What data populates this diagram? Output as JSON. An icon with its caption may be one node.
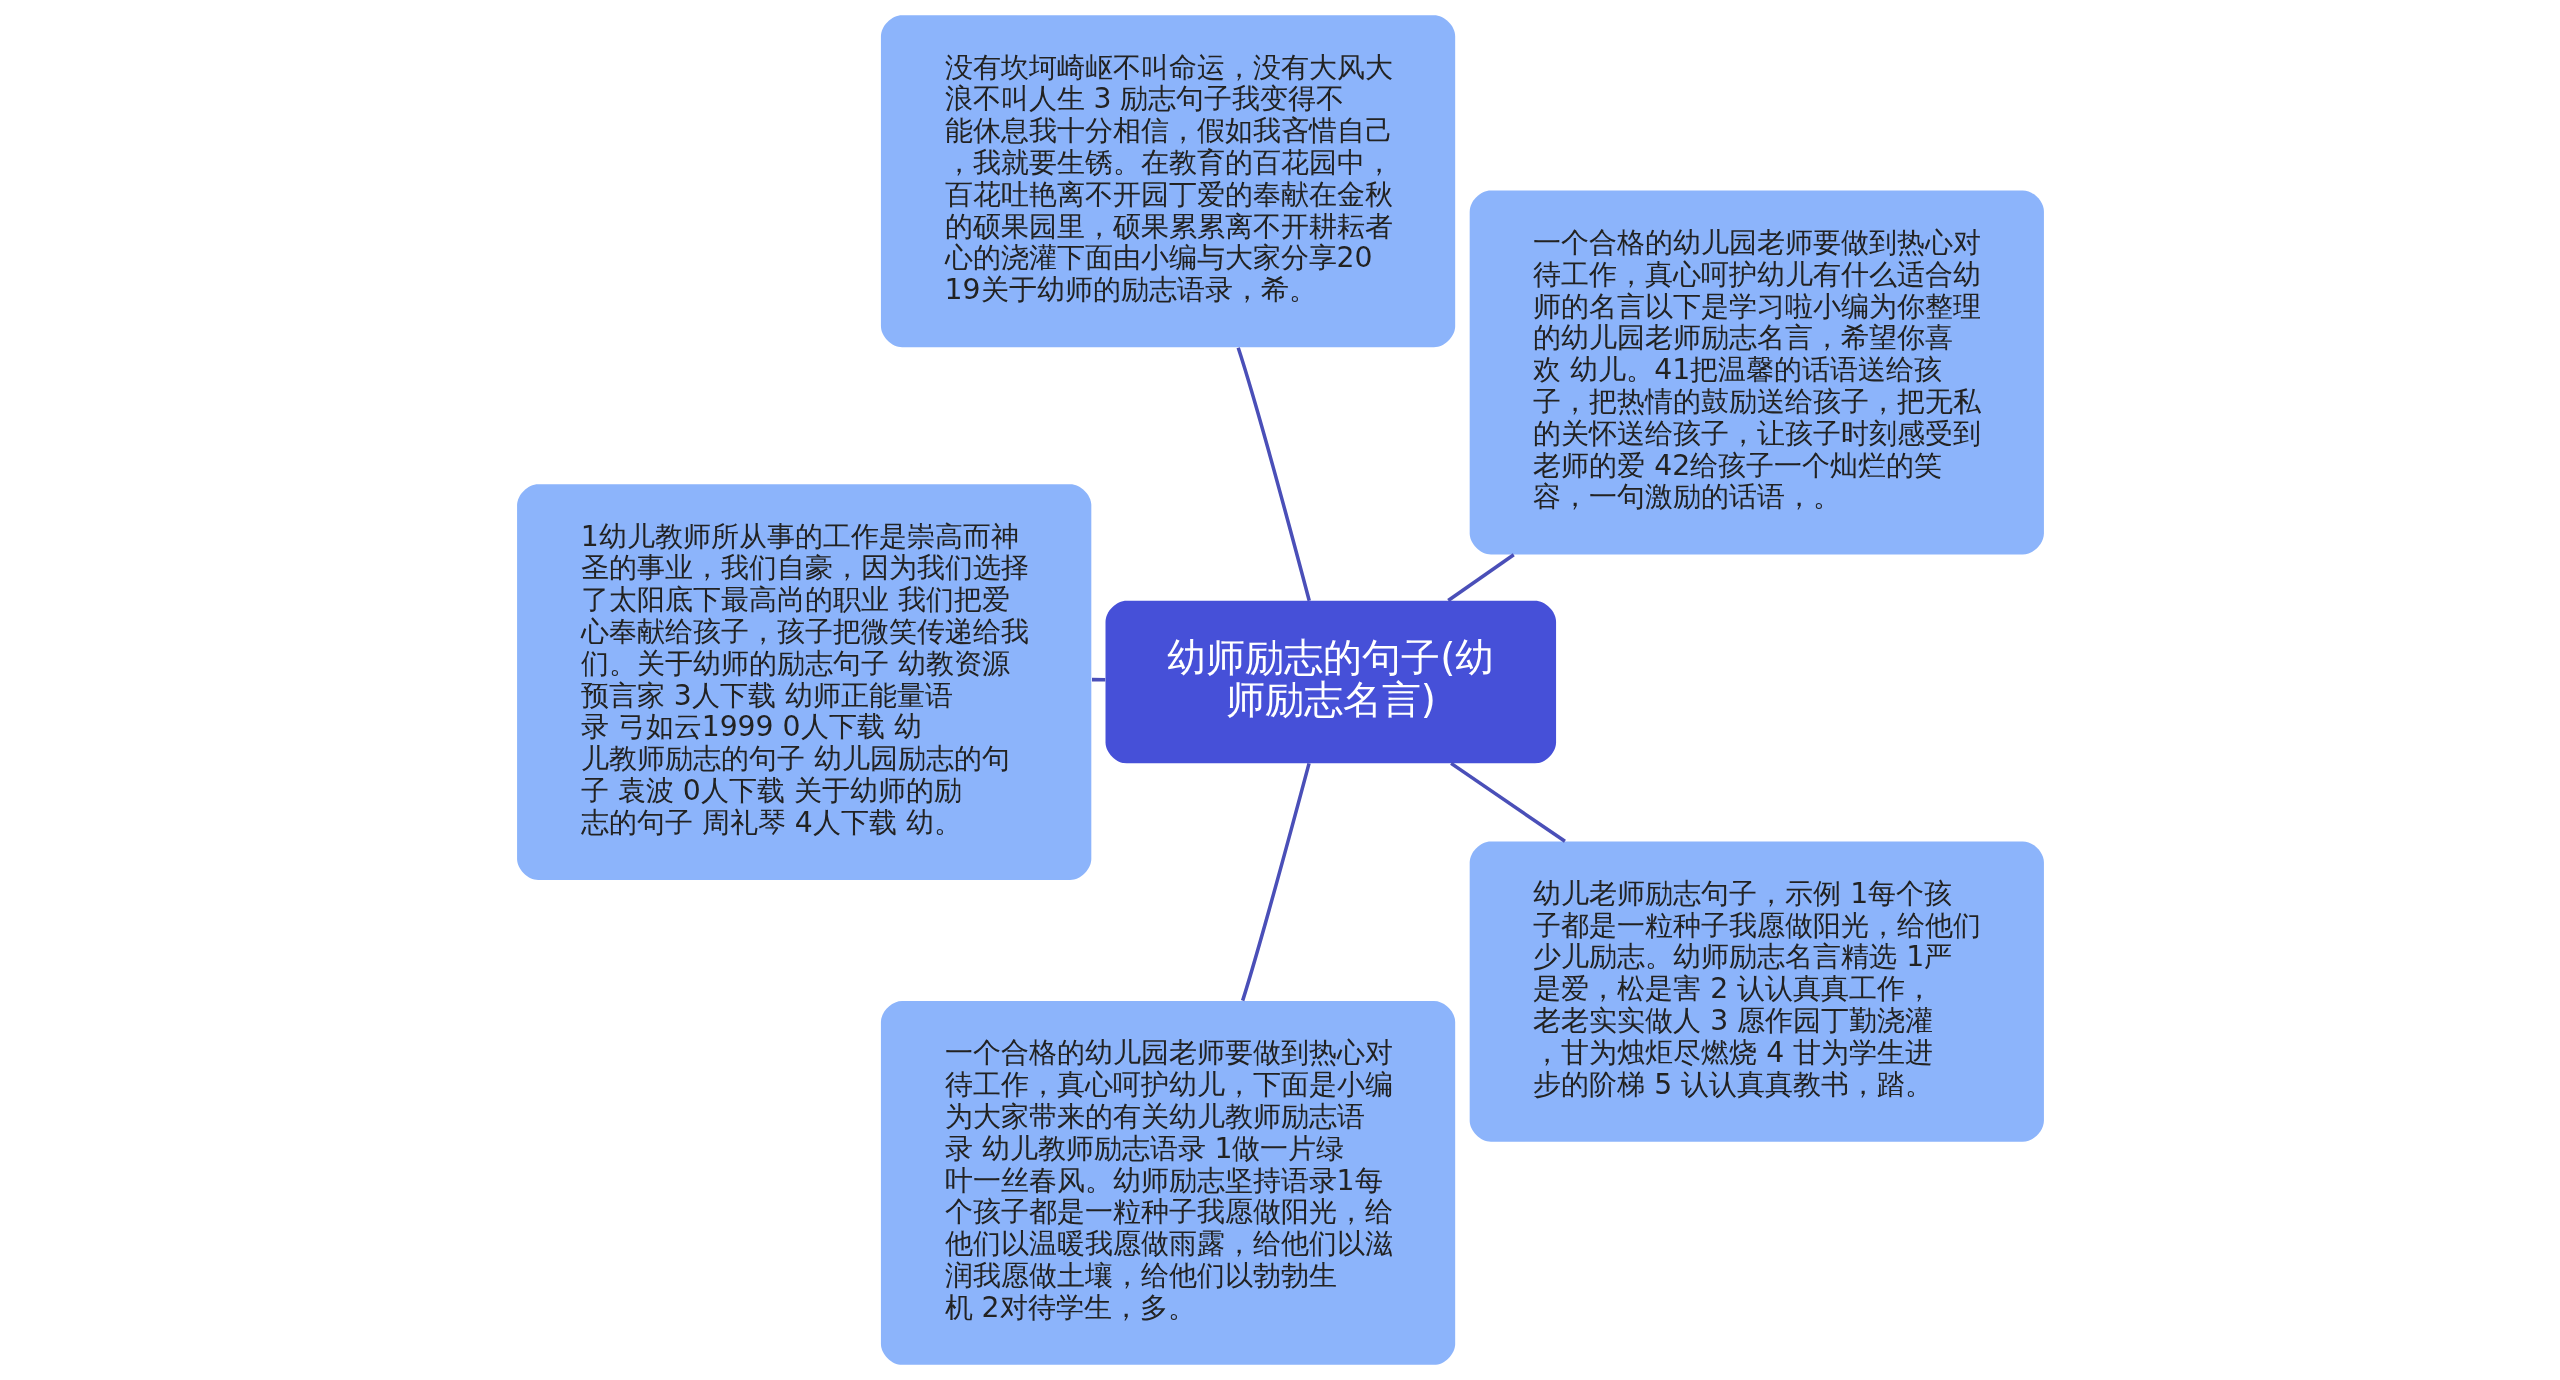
{
  "diagram": {
    "nodes": [
      {
        "text": [
          "幼师励志的句子(幼师励志名言)"
        ]
      },
      {
        "text": [
          "一个合格的幼儿园老师要做到热心对待工作，真心呵护幼儿有什么适合幼师的名言以下是学习啦小编为你整理的幼儿园老师励志名言，希望你喜欢 幼儿。41把温馨的话语送给孩子，把热情的鼓励送给孩子，把无私的关怀送给孩子，让孩子时刻感受到老师的爱 42给孩子一个灿烂的笑容，一句激励的话语，。"
        ]
      },
      {
        "text": [
          "没有坎坷崎岖不叫命运，没有大风大浪不叫人生 3 励志句子我变得不能休息我十分相信，假如我吝惜自己，我就要生锈。在教育的百花园中，百花吐艳离不开园丁爱的奉献在金秋的硕果园里，硕果累累离不开耕耘者心的浇灌下面由小编与大家分享2019关于幼师的励志语录，希。"
        ]
      },
      {
        "text": [
          "1幼儿教师所从事的工作是崇高而神圣的事业，我们自豪，因为我们选择了太阳底下最高尚的职业 我们把爱心奉献给孩子，孩子把微笑传递给我们。关于幼师的励志句子 幼教资源预言家 3人下载 幼师正能量语录 弓如云1999 0人下载 幼儿教师励志的句子 幼儿园励志的句子 袁波 0人下载 关于幼师的励志的句子 周礼琴 4人下载 幼。"
        ]
      },
      {
        "text": [
          "一个合格的幼儿园老师要做到热心对待工作，真心呵护幼儿，下面是小编为大家带来的有关幼儿教师励志语录 幼儿教师励志语录 1做一片绿叶一丝春风。幼师励志坚持语录1每个孩子都是一粒种子我愿做阳光，给他们以温暖我愿做雨露，给他们以滋润我愿做土壤，给他们以勃勃生机 2对待学生，多。"
        ]
      },
      {
        "text": [
          "幼儿老师励志句子，示例 1每个孩子都是一粒种子我愿做阳光，给他们少儿励志。幼师励志名言精选 1严是爱，松是害 2 认认真真工作，老老实实做人 3 愿作园丁勤浇灌，甘为烛炬尽燃烧 4 甘为学生进步的阶梯 5 认认真真教书，踏。"
        ]
      }
    ],
    "edges": [
      {
        "from": 0,
        "to": 1,
        "arrow": "none"
      },
      {
        "from": 0,
        "to": 2,
        "arrow": "none"
      },
      {
        "from": 0,
        "to": 3,
        "arrow": "none"
      },
      {
        "from": 0,
        "to": 4,
        "arrow": "none"
      },
      {
        "from": 0,
        "to": 5,
        "arrow": "none"
      }
    ]
  }
}
